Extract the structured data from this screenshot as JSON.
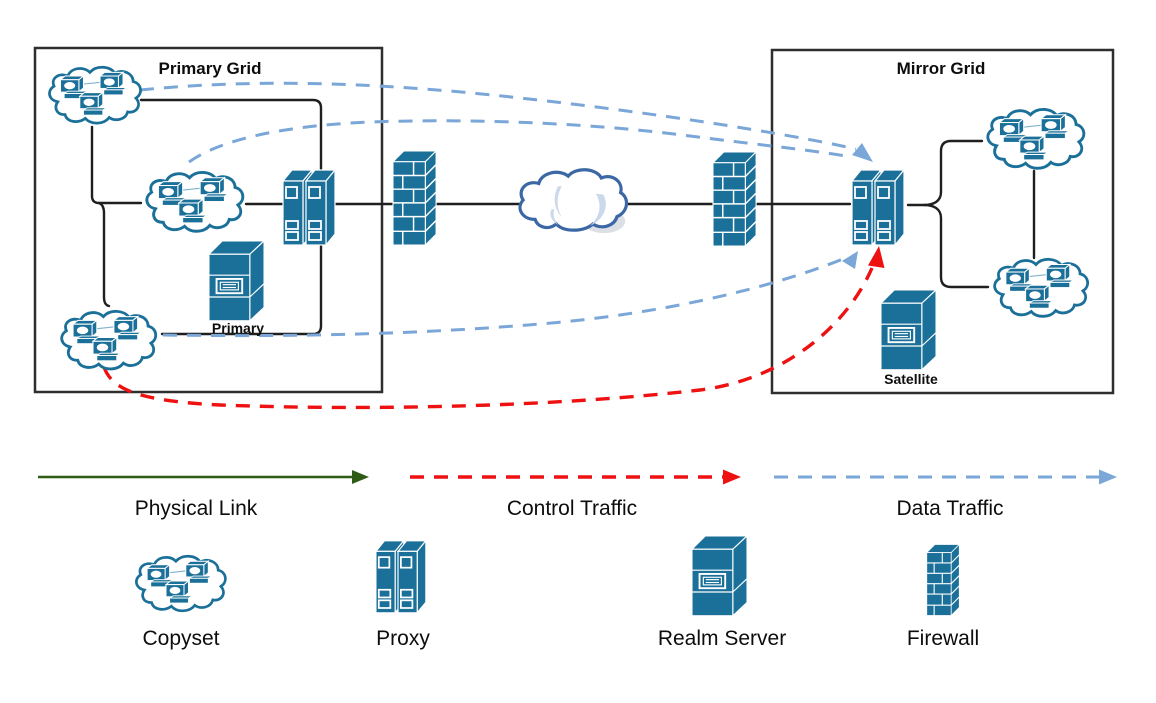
{
  "grids": {
    "primary": {
      "title": "Primary Grid",
      "realm_server_label": "Primary",
      "copyset_count": 3
    },
    "mirror": {
      "title": "Mirror Grid",
      "realm_server_label": "Satellite",
      "copyset_count": 2
    }
  },
  "backbone": {
    "icons": [
      "firewall-icon",
      "internet-cloud-icon",
      "firewall-icon"
    ]
  },
  "legend": {
    "link_types": [
      {
        "label": "Physical Link",
        "line_style": "solid",
        "color": "#2e5c17"
      },
      {
        "label": "Control Traffic",
        "line_style": "dashed",
        "color": "#ee1111"
      },
      {
        "label": "Data Traffic",
        "line_style": "dashed",
        "color": "#7aa7d8"
      }
    ],
    "node_types": [
      {
        "label": "Copyset",
        "icon": "copyset-cloud-icon"
      },
      {
        "label": "Proxy",
        "icon": "proxy-icon"
      },
      {
        "label": "Realm Server",
        "icon": "realm-server-icon"
      },
      {
        "label": "Firewall",
        "icon": "firewall-icon"
      }
    ]
  },
  "colors": {
    "node_fill": "#1b7099",
    "physical_link": "#1f1f1f",
    "control_traffic": "#ee1111",
    "data_traffic": "#7aa7d8",
    "physical_link_legend_arrow": "#2e5c17",
    "internet_cloud_outline": "#3b68a5",
    "internet_cloud_shading": "#ccd8eb"
  }
}
